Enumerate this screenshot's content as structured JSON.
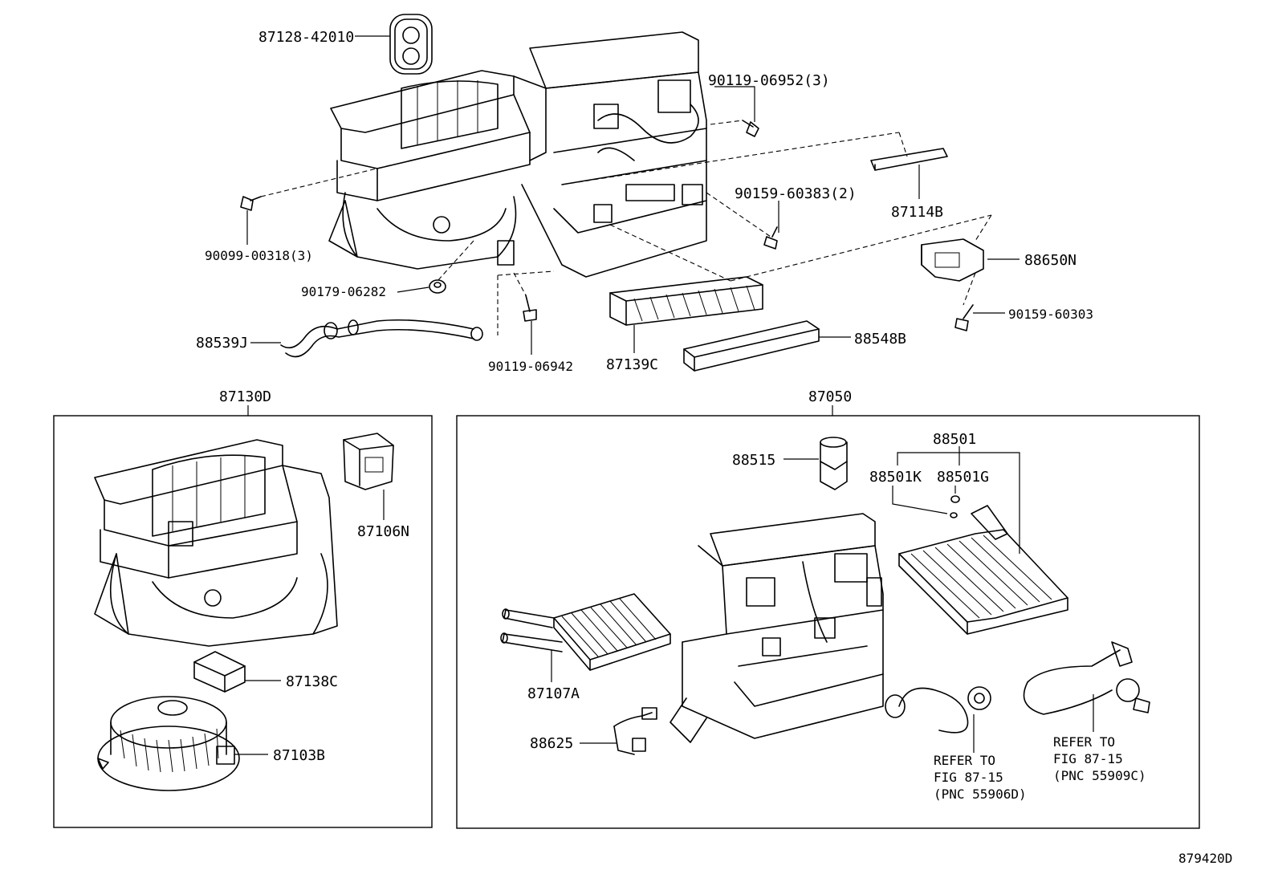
{
  "labels": {
    "p87128": "87128-42010",
    "p90119a": "90119-06952(3)",
    "p90159a": "90159-60383(2)",
    "p87114": "87114B",
    "p90099": "90099-00318(3)",
    "p88650": "88650N",
    "p90179": "90179-06282",
    "p90159b": "90159-60303",
    "p88539": "88539J",
    "p88548": "88548B",
    "p87139": "87139C",
    "p90119b": "90119-06942",
    "p87130": "87130D",
    "p87050": "87050",
    "p87106": "87106N",
    "p87138": "87138C",
    "p87103": "87103B",
    "p88515": "88515",
    "p88501": "88501",
    "p88501k": "88501K",
    "p88501g": "88501G",
    "p87107": "87107A",
    "p88625": "88625",
    "ref1_l1": "REFER TO",
    "ref1_l2": "FIG 87-15",
    "ref1_l3": "(PNC 55906D)",
    "ref2_l1": "REFER TO",
    "ref2_l2": "FIG 87-15",
    "ref2_l3": "(PNC 55909C)",
    "figure_id": "879420D"
  }
}
